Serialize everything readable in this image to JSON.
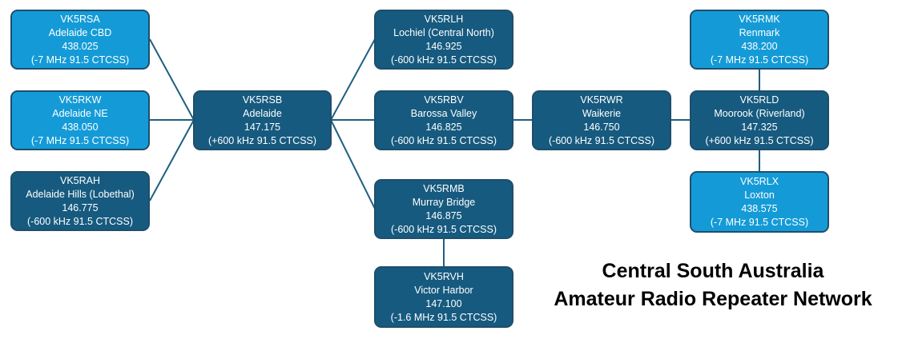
{
  "title": {
    "line1": "Central South Australia",
    "line2": "Amateur Radio Repeater Network"
  },
  "colors": {
    "uhf_fill": "#149bd7",
    "vhf_fill": "#165a7f",
    "border": "#1f4e6b",
    "link": "#1f5f80"
  },
  "nodes": {
    "rsa": {
      "call": "VK5RSA",
      "location": "Adelaide CBD",
      "freq": "438.025",
      "offset": "(-7 MHz 91.5 CTCSS)"
    },
    "rkw": {
      "call": "VK5RKW",
      "location": "Adelaide NE",
      "freq": "438.050",
      "offset": "(-7 MHz 91.5 CTCSS)"
    },
    "rah": {
      "call": "VK5RAH",
      "location": "Adelaide Hills (Lobethal)",
      "freq": "146.775",
      "offset": "(-600 kHz 91.5 CTCSS)"
    },
    "rsb": {
      "call": "VK5RSB",
      "location": "Adelaide",
      "freq": "147.175",
      "offset": "(+600 kHz 91.5 CTCSS)"
    },
    "rlh": {
      "call": "VK5RLH",
      "location": "Lochiel (Central North)",
      "freq": "146.925",
      "offset": "(-600 kHz 91.5 CTCSS)"
    },
    "rbv": {
      "call": "VK5RBV",
      "location": "Barossa Valley",
      "freq": "146.825",
      "offset": "(-600 kHz 91.5 CTCSS)"
    },
    "rmb": {
      "call": "VK5RMB",
      "location": "Murray Bridge",
      "freq": "146.875",
      "offset": "(-600 kHz 91.5 CTCSS)"
    },
    "rvh": {
      "call": "VK5RVH",
      "location": "Victor Harbor",
      "freq": "147.100",
      "offset": "(-1.6 MHz 91.5 CTCSS)"
    },
    "rwr": {
      "call": "VK5RWR",
      "location": "Waikerie",
      "freq": "146.750",
      "offset": "(-600 kHz 91.5 CTCSS)"
    },
    "rmk": {
      "call": "VK5RMK",
      "location": "Renmark",
      "freq": "438.200",
      "offset": "(-7 MHz 91.5 CTCSS)"
    },
    "rld": {
      "call": "VK5RLD",
      "location": "Moorook (Riverland)",
      "freq": "147.325",
      "offset": "(+600 kHz 91.5 CTCSS)"
    },
    "rlx": {
      "call": "VK5RLX",
      "location": "Loxton",
      "freq": "438.575",
      "offset": "(-7 MHz 91.5 CTCSS)"
    }
  }
}
